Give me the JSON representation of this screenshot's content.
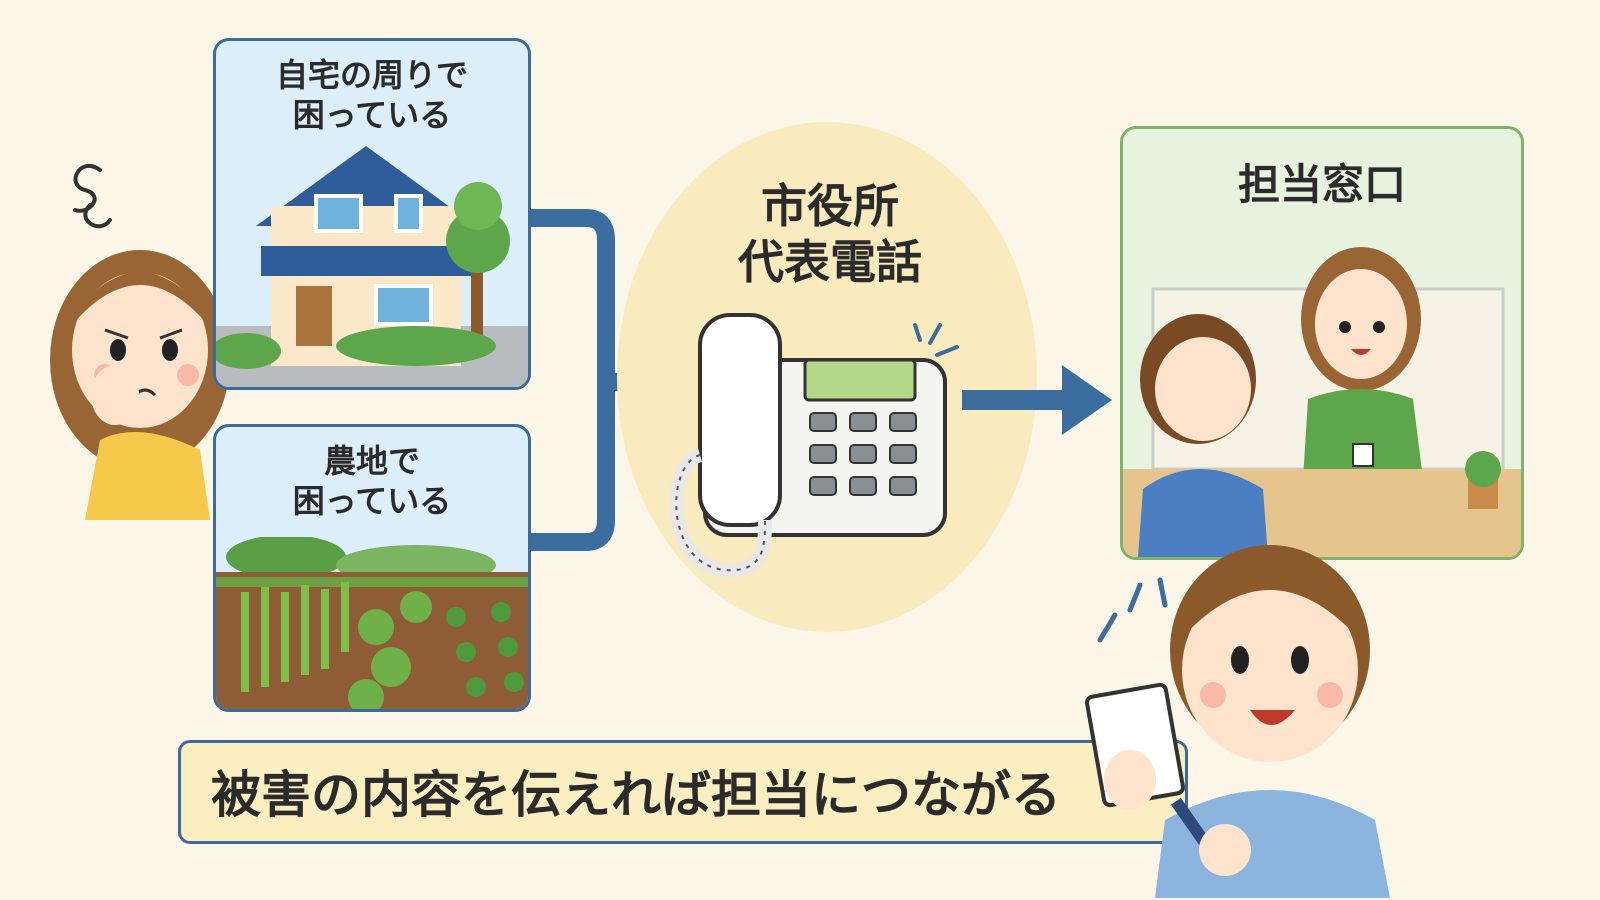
{
  "panels": {
    "home": {
      "title": "自宅の周りで\n困っている"
    },
    "farm": {
      "title": "農地で\n困っている"
    },
    "city": {
      "title": "市役所\n代表電話"
    },
    "counter": {
      "title": "担当窓口"
    }
  },
  "caption": "被害の内容を伝えれば担当につながる",
  "colors": {
    "frame_blue": "#3d6c9c",
    "arrow_blue": "#3b6e9e",
    "city_circle": "#f9ebbd",
    "caption_fill": "#fbeec0",
    "counter_frame": "#7fb36a"
  }
}
